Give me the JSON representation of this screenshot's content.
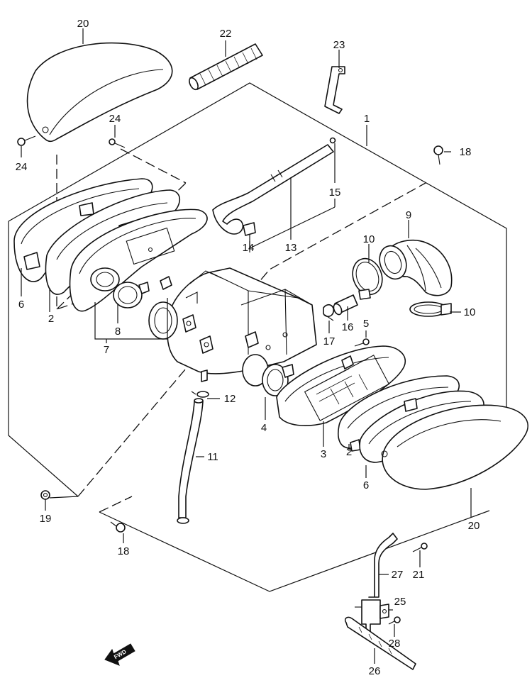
{
  "callouts": {
    "c1": "1",
    "c2a": "2",
    "c2b": "2",
    "c3": "3",
    "c4": "4",
    "c5": "5",
    "c6a": "6",
    "c6b": "6",
    "c7": "7",
    "c8": "8",
    "c9": "9",
    "c10a": "10",
    "c10b": "10",
    "c11": "11",
    "c12": "12",
    "c13": "13",
    "c14": "14",
    "c15": "15",
    "c16": "16",
    "c17": "17",
    "c18a": "18",
    "c18b": "18",
    "c19": "19",
    "c20a": "20",
    "c20b": "20",
    "c21": "21",
    "c22": "22",
    "c23": "23",
    "c24a": "24",
    "c24b": "24",
    "c25": "25",
    "c26": "26",
    "c27": "27",
    "c28": "28"
  },
  "fwd_label": "FWD"
}
